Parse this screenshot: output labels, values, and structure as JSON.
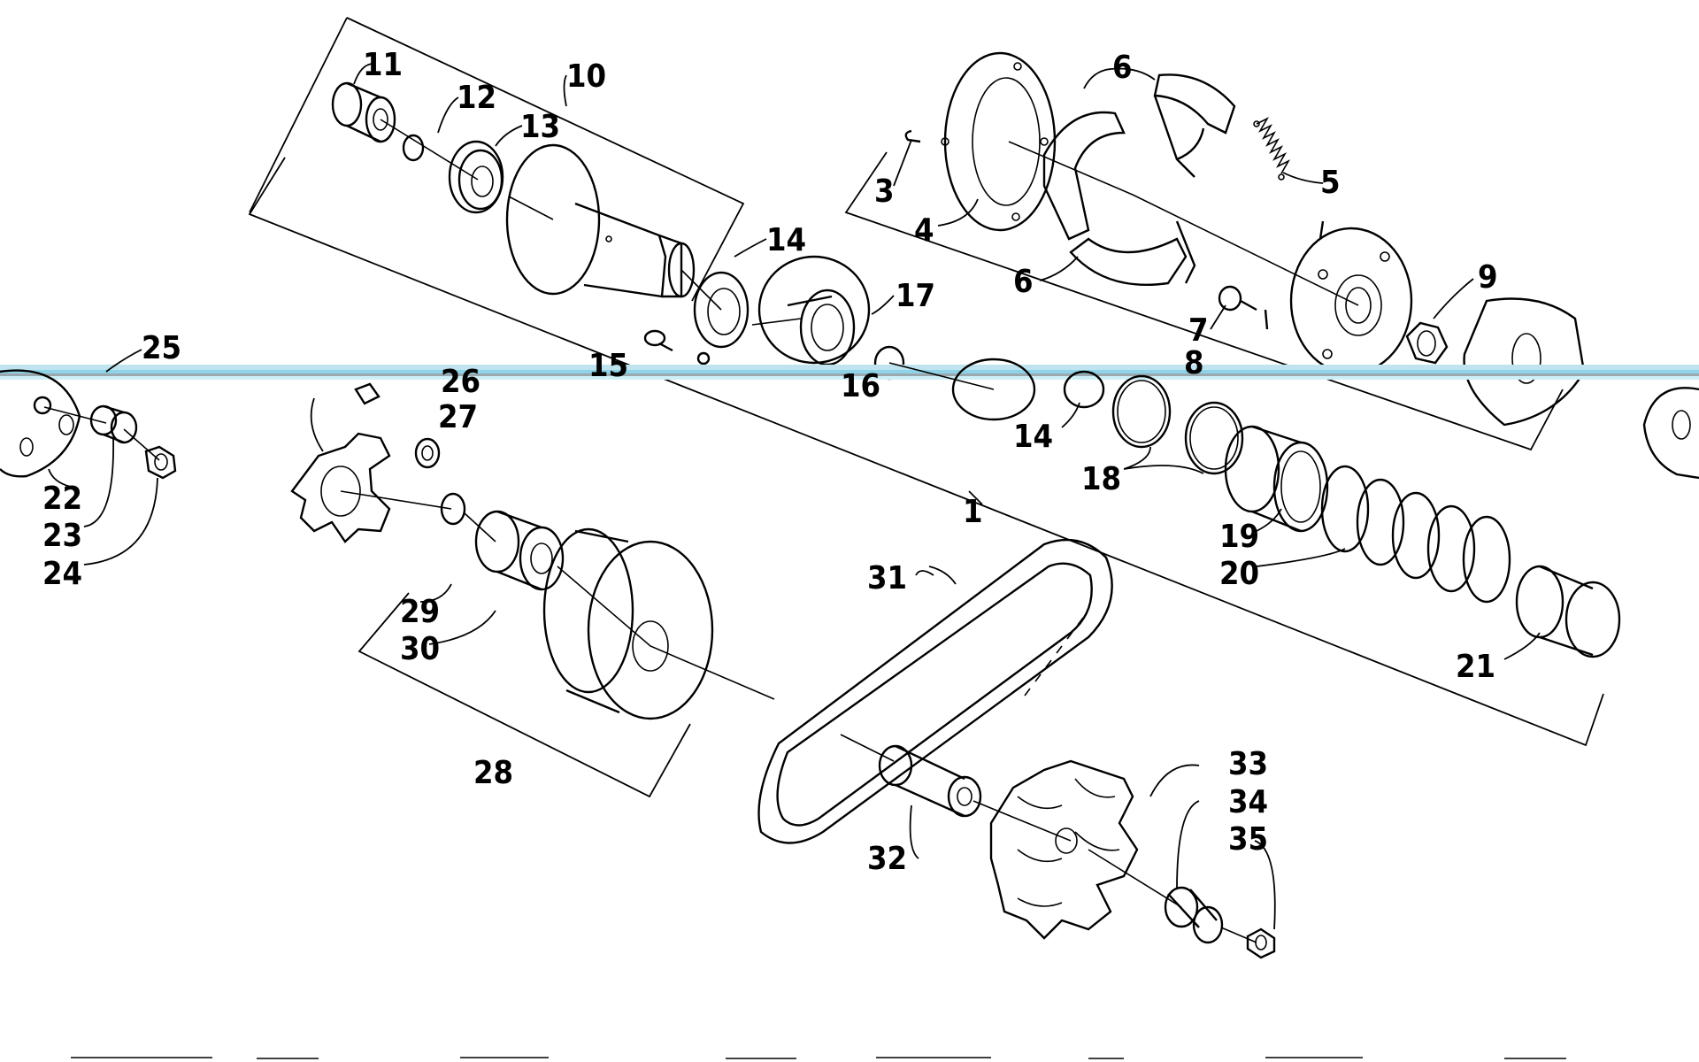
{
  "labels": {
    "l1": "1",
    "l3": "3",
    "l4": "4",
    "l5": "5",
    "l6a": "6",
    "l6b": "6",
    "l7": "7",
    "l8": "8",
    "l9": "9",
    "l10": "10",
    "l11": "11",
    "l12": "12",
    "l13": "13",
    "l14a": "14",
    "l14b": "14",
    "l15": "15",
    "l16": "16",
    "l17": "17",
    "l18": "18",
    "l19": "19",
    "l20": "20",
    "l21": "21",
    "l22": "22",
    "l23": "23",
    "l24": "24",
    "l25": "25",
    "l26": "26",
    "l27": "27",
    "l28": "28",
    "l29": "29",
    "l30": "30",
    "l31": "31",
    "l32": "32",
    "l33": "33",
    "l34": "34",
    "l35": "35"
  },
  "colors": {
    "line": "#000000",
    "background": "#ffffff",
    "glitch_band": "#8fd3e8"
  }
}
